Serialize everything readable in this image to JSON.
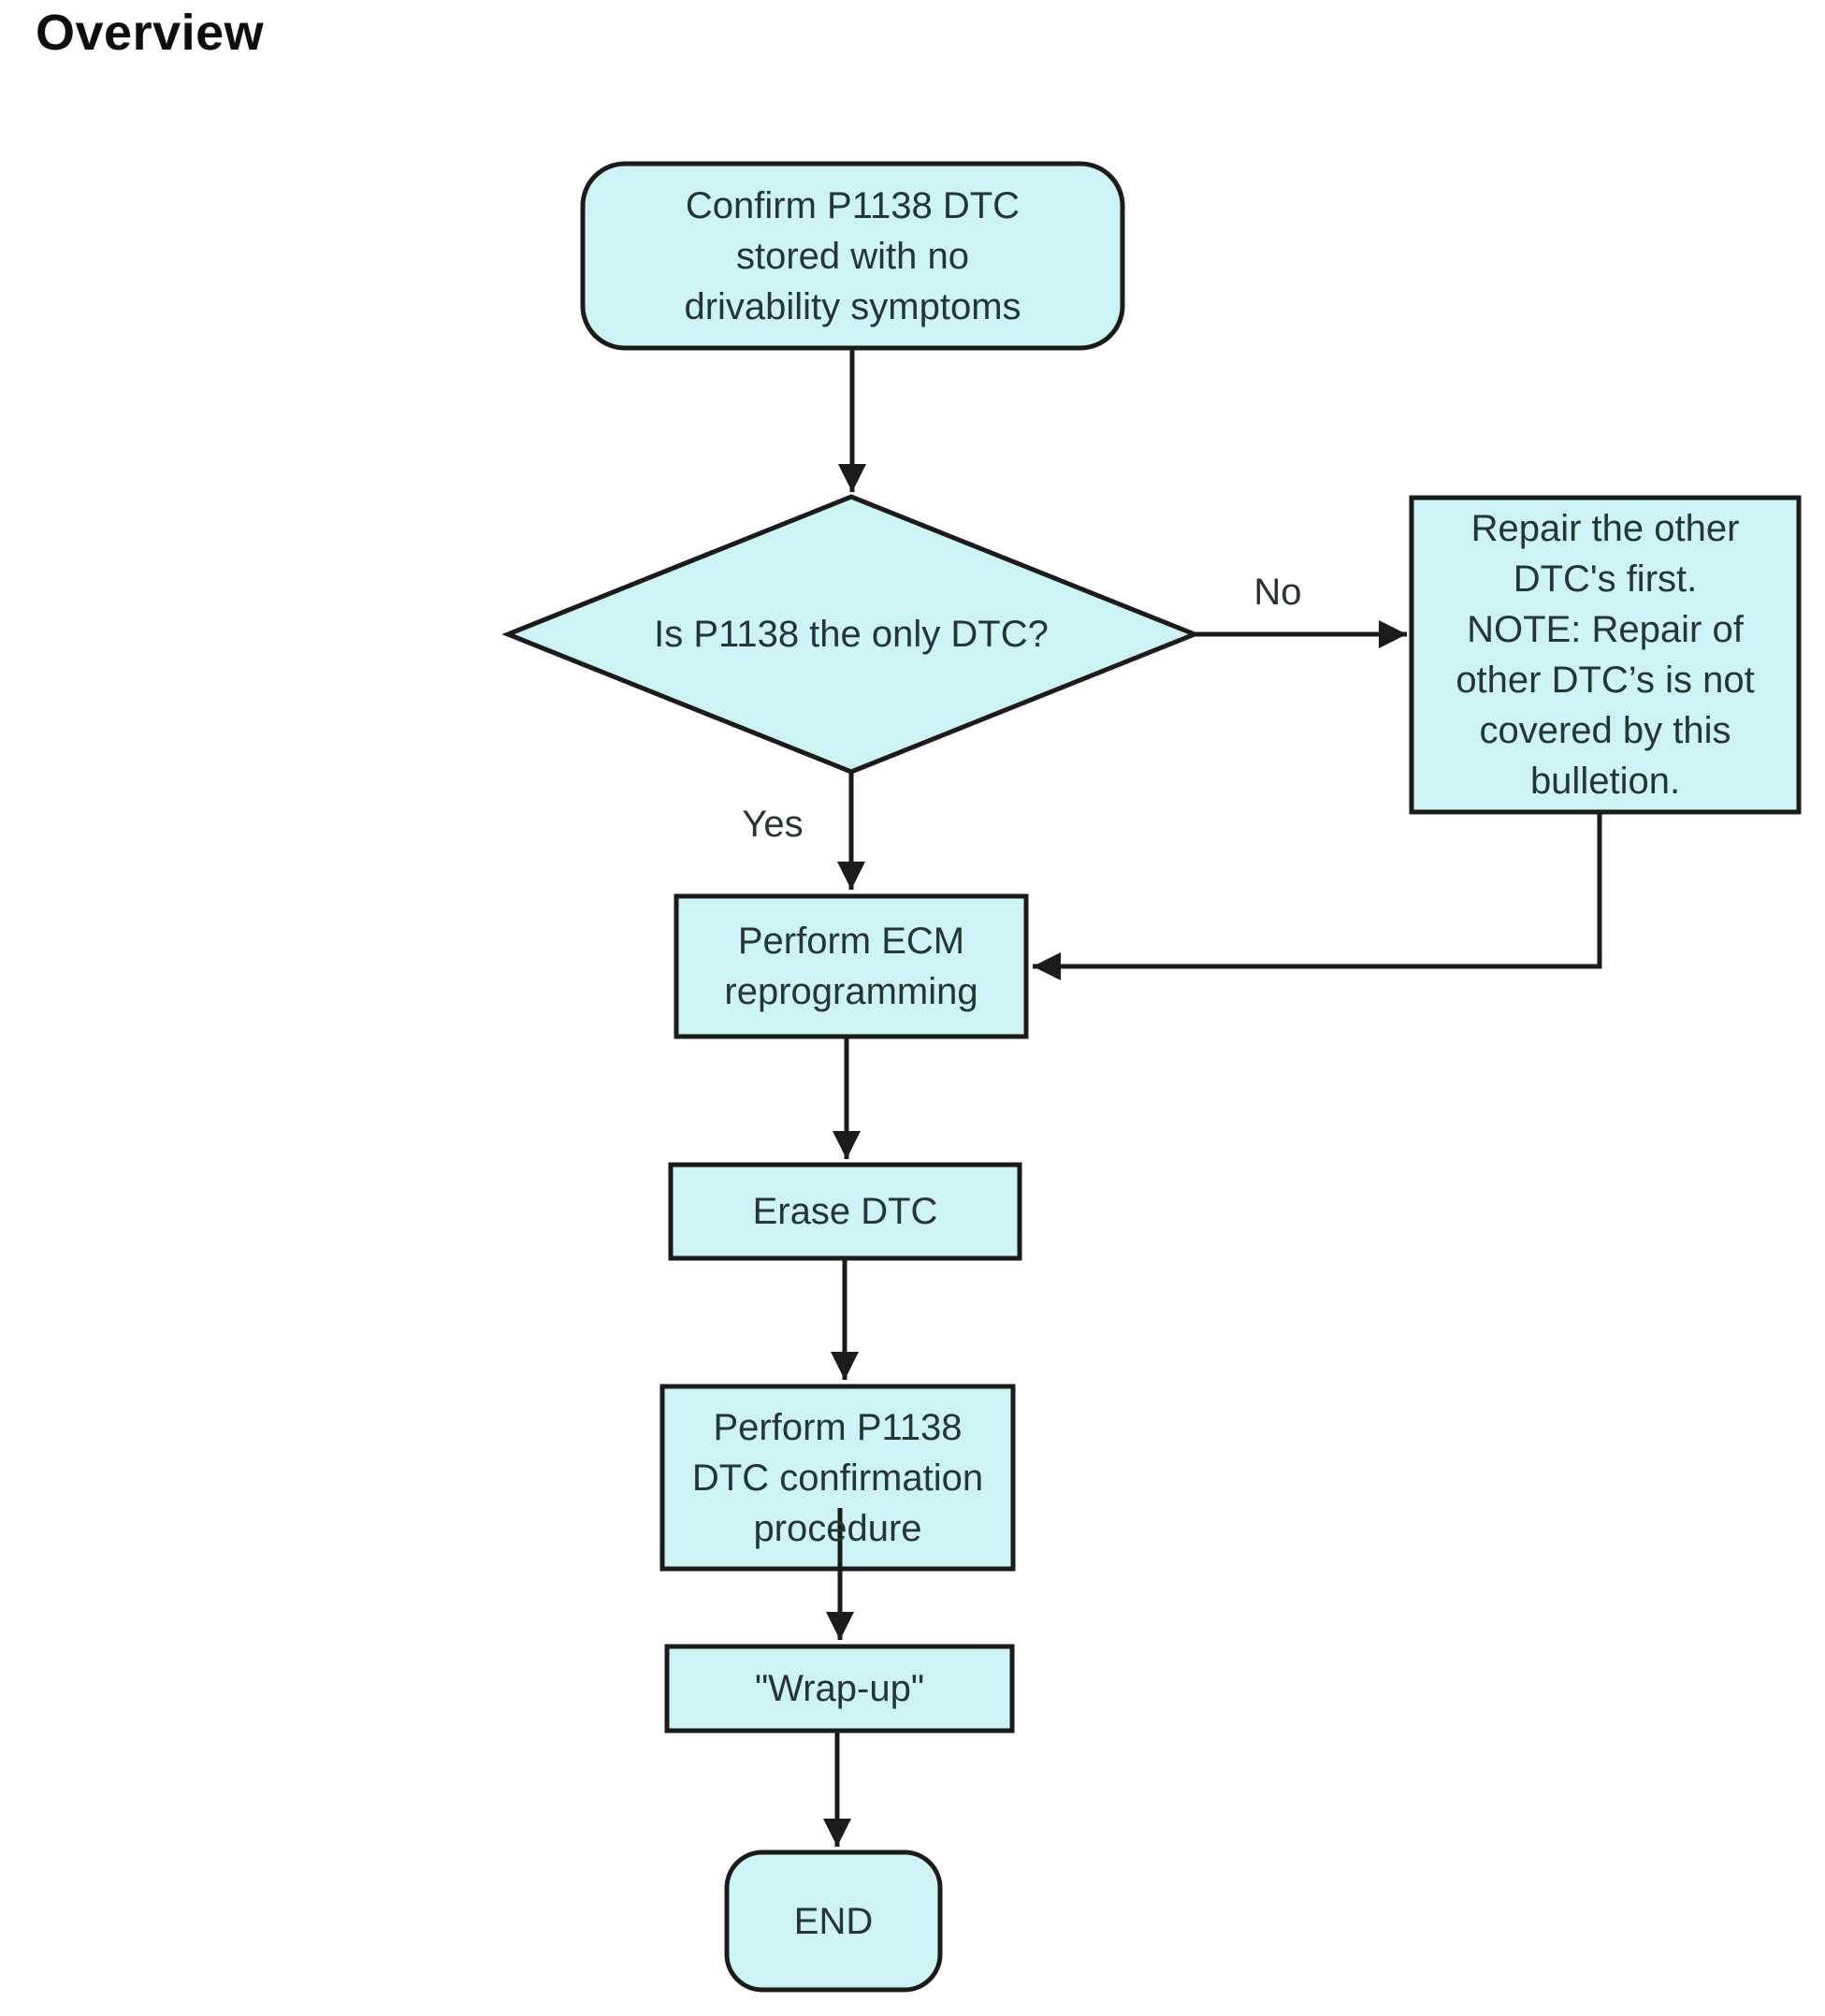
{
  "page": {
    "title": "Overview"
  },
  "diagram": {
    "type": "flowchart",
    "colors": {
      "node_fill": "#CDF3F6",
      "node_border": "#1B1B1B",
      "line": "#1B1B1B",
      "text": "#263534",
      "background": "#FFFFFF"
    },
    "nodes": {
      "confirm": {
        "shape": "rounded-rectangle",
        "lines": [
          "Confirm P1138 DTC",
          "stored with no",
          "drivability symptoms"
        ]
      },
      "decision": {
        "shape": "diamond",
        "lines": [
          "Is P1138 the only DTC?"
        ]
      },
      "repair": {
        "shape": "rectangle",
        "lines": [
          "Repair the other",
          "DTC's first.",
          "NOTE: Repair of",
          "other DTC’s is not",
          "covered by this",
          "bulletion."
        ]
      },
      "ecm": {
        "shape": "rectangle",
        "lines": [
          "Perform ECM",
          "reprogramming"
        ]
      },
      "erase": {
        "shape": "rectangle",
        "lines": [
          "Erase DTC"
        ]
      },
      "confirm_dtc": {
        "shape": "rectangle",
        "lines": [
          "Perform P1138",
          "DTC confirmation",
          "procedure"
        ]
      },
      "wrapup": {
        "shape": "rectangle",
        "lines": [
          "\"Wrap-up\""
        ]
      },
      "end": {
        "shape": "rounded-rectangle",
        "lines": [
          "END"
        ]
      }
    },
    "edges": [
      {
        "from": "confirm",
        "to": "decision",
        "label": ""
      },
      {
        "from": "decision",
        "to": "repair",
        "label": "No"
      },
      {
        "from": "decision",
        "to": "ecm",
        "label": "Yes"
      },
      {
        "from": "repair",
        "to": "ecm",
        "label": ""
      },
      {
        "from": "ecm",
        "to": "erase",
        "label": ""
      },
      {
        "from": "erase",
        "to": "confirm_dtc",
        "label": ""
      },
      {
        "from": "confirm_dtc",
        "to": "wrapup",
        "label": ""
      },
      {
        "from": "wrapup",
        "to": "end",
        "label": ""
      }
    ],
    "edge_labels": {
      "yes": "Yes",
      "no": "No"
    }
  }
}
